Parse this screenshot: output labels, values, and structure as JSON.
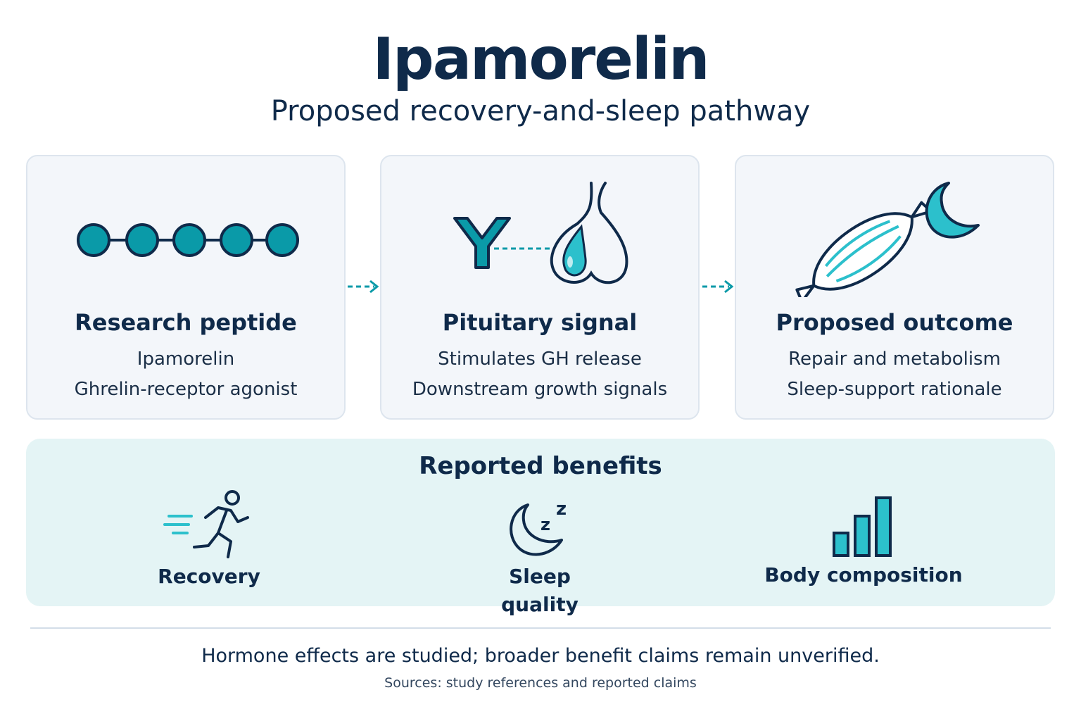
{
  "header": {
    "title": "Ipamorelin",
    "subtitle": "Proposed recovery-and-sleep pathway"
  },
  "pathway": [
    {
      "heading": "Research peptide",
      "line1": "Ipamorelin",
      "line2": "Ghrelin-receptor agonist",
      "icon": "peptide-chain-icon"
    },
    {
      "heading": "Pituitary signal",
      "line1": "Stimulates GH release",
      "line2": "Downstream growth signals",
      "icon": "receptor-pituitary-icon"
    },
    {
      "heading": "Proposed outcome",
      "line1": "Repair and metabolism",
      "line2": "Sleep-support rationale",
      "icon": "muscle-moon-icon"
    }
  ],
  "benefits": {
    "heading": "Reported benefits",
    "items": [
      {
        "label": "Recovery",
        "icon": "running-person-icon"
      },
      {
        "label": "Sleep quality",
        "icon": "moon-zz-icon"
      },
      {
        "label": "Body composition",
        "icon": "bar-chart-icon"
      }
    ]
  },
  "footer": {
    "disclaimer": "Hormone effects are studied; broader benefit claims remain unverified.",
    "sources": "Sources: study references and reported claims"
  },
  "colors": {
    "navy": "#0f2a4a",
    "teal": "#0a9aa8",
    "teal_light": "#2cc0cc",
    "card_bg": "#f3f6fa",
    "benefits_bg": "#e4f4f5"
  }
}
